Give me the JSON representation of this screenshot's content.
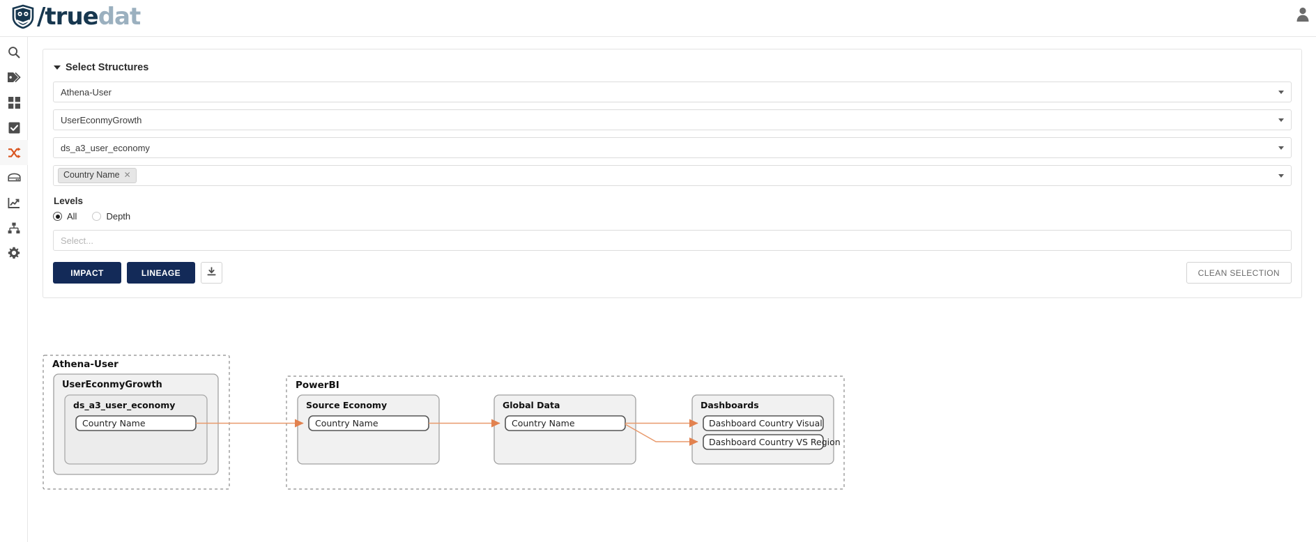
{
  "app": {
    "brand_dark": "/true",
    "brand_light": "dat",
    "logo_icon": "owl-shield-icon",
    "user_icon": "user-avatar-icon"
  },
  "sidebar": {
    "items": [
      {
        "icon": "search-icon",
        "name": "sidebar-item-search",
        "active": false
      },
      {
        "icon": "tags-icon",
        "name": "sidebar-item-tags",
        "active": false
      },
      {
        "icon": "grid-icon",
        "name": "sidebar-item-grid",
        "active": false
      },
      {
        "icon": "checkbox-icon",
        "name": "sidebar-item-tasks",
        "active": false
      },
      {
        "icon": "shuffle-icon",
        "name": "sidebar-item-lineage",
        "active": true
      },
      {
        "icon": "database-icon",
        "name": "sidebar-item-database",
        "active": false
      },
      {
        "icon": "chart-icon",
        "name": "sidebar-item-metrics",
        "active": false
      },
      {
        "icon": "sitemap-icon",
        "name": "sidebar-item-hierarchy",
        "active": false
      },
      {
        "icon": "gear-icon",
        "name": "sidebar-item-settings",
        "active": false
      }
    ],
    "accent_color": "#d9541e"
  },
  "panel": {
    "title": "Select Structures",
    "selects": [
      {
        "value": "Athena-User",
        "name": "system-select"
      },
      {
        "value": "UserEconmyGrowth",
        "name": "group-select"
      },
      {
        "value": "ds_a3_user_economy",
        "name": "structure-select"
      }
    ],
    "field_select": {
      "chips": [
        {
          "label": "Country Name"
        }
      ],
      "remove_glyph": "✕"
    },
    "levels": {
      "label": "Levels",
      "options": [
        {
          "label": "All",
          "selected": true
        },
        {
          "label": "Depth",
          "selected": false
        }
      ],
      "depth_placeholder": "Select..."
    },
    "buttons": {
      "impact": "IMPACT",
      "lineage": "LINEAGE",
      "download_icon": "download-icon",
      "clean_selection": "CLEAN SELECTION"
    },
    "colors": {
      "primary": "#132a58",
      "border": "#dcdcdc"
    }
  },
  "graph": {
    "edge_color": "#e8996b",
    "groups": [
      {
        "name": "Athena-User",
        "children": [
          {
            "name": "UserEconmyGrowth",
            "children": [
              {
                "name": "ds_a3_user_economy",
                "fields": [
                  "Country Name"
                ]
              }
            ]
          }
        ]
      },
      {
        "name": "PowerBI",
        "children": [
          {
            "name": "Source Economy",
            "fields": [
              "Country Name"
            ]
          },
          {
            "name": "Global Data",
            "fields": [
              "Country Name"
            ]
          },
          {
            "name": "Dashboards",
            "fields": [
              "Dashboard Country Visual",
              "Dashboard Country VS Region"
            ]
          }
        ]
      }
    ],
    "edges": [
      {
        "from": "ds_a3_user_economy.Country Name",
        "to": "Source Economy.Country Name"
      },
      {
        "from": "Source Economy.Country Name",
        "to": "Global Data.Country Name"
      },
      {
        "from": "Global Data.Country Name",
        "to": "Dashboards.Dashboard Country Visual"
      },
      {
        "from": "Global Data.Country Name",
        "to": "Dashboards.Dashboard Country VS Region"
      }
    ]
  }
}
